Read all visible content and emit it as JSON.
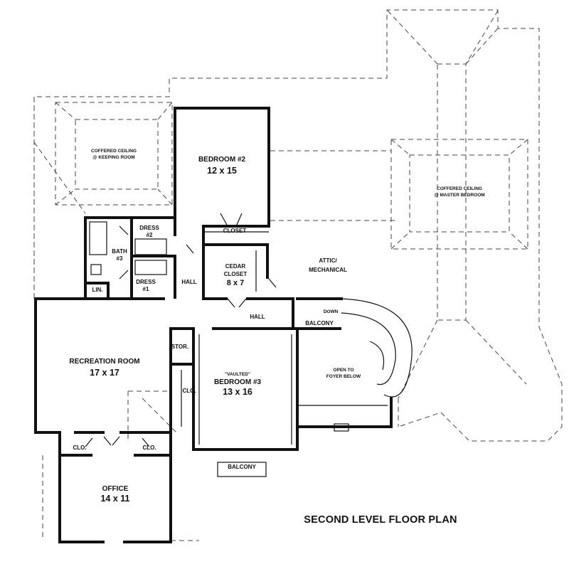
{
  "plan_title": "SECOND LEVEL FLOOR PLAN",
  "labels": {
    "coffered_keeping_1": "COFFERED CEILING",
    "coffered_keeping_2": "@ KEEPING ROOM",
    "coffered_master_1": "COFFERED CEILING",
    "coffered_master_2": "@ MASTER BEDROOM",
    "bedroom2_name": "BEDROOM #2",
    "bedroom2_size": "12 x 15",
    "closet": "CLOSET",
    "dress2_a": "DRESS",
    "dress2_b": "#2",
    "bath3_a": "BATH",
    "bath3_b": "#3",
    "dress1_a": "DRESS",
    "dress1_b": "#1",
    "lin": "LIN.",
    "hall_left": "HALL",
    "cedar_a": "CEDAR",
    "cedar_b": "CLOSET",
    "cedar_size": "8 x 7",
    "attic_a": "ATTIC/",
    "attic_b": "MECHANICAL",
    "hall_main": "HALL",
    "down": "DOWN",
    "balcony_upper": "BALCONY",
    "recreation_name": "RECREATION ROOM",
    "recreation_size": "17 x 17",
    "stor": "STOR.",
    "clo_mid": "CLO.",
    "vaulted": "\"VAULTED\"",
    "bedroom3_name": "BEDROOM #3",
    "bedroom3_size": "13 x 16",
    "open_a": "OPEN TO",
    "open_b": "FOYER BELOW",
    "clo_left": "CLO.",
    "clo_right": "CLO.",
    "office_name": "OFFICE",
    "office_size": "14 x 11",
    "balcony_lower": "BALCONY"
  }
}
